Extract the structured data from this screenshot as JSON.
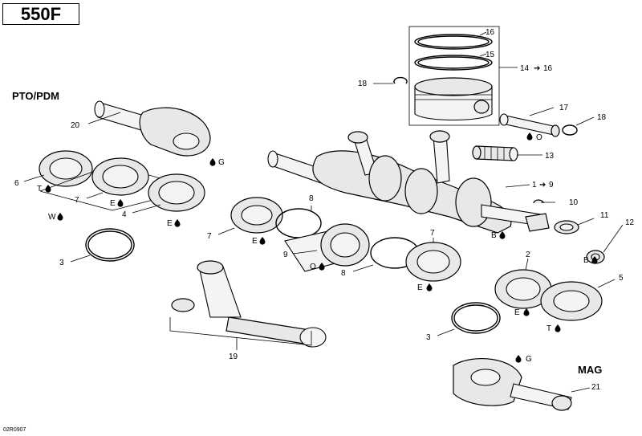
{
  "diagram": {
    "title": "550F",
    "side_labels": {
      "pto": "PTO/PDM",
      "mag": "MAG"
    },
    "drawing_code": "02R0907",
    "callouts": {
      "c1_9": "1",
      "c1_9_to": "9",
      "c2": "2",
      "c3_left": "3",
      "c3_right": "3",
      "c4": "4",
      "c5": "5",
      "c6": "6",
      "c7_a": "7",
      "c7_b": "7",
      "c7_c": "7",
      "c8_a": "8",
      "c8_b": "8",
      "c9": "9",
      "c10": "10",
      "c11": "11",
      "c12": "12",
      "c13": "13",
      "c14_16": "14",
      "c14_16_to": "16",
      "c15": "15",
      "c16": "16",
      "c17": "17",
      "c18_top": "18",
      "c18_right": "18",
      "c19": "19",
      "c20": "20",
      "c21": "21"
    },
    "lube_marks": {
      "g_top": "G",
      "t_left": "T",
      "e_7left": "E",
      "w_left": "W",
      "e_4": "E",
      "e_7mid": "E",
      "o_9": "O",
      "e_7right": "E",
      "o_13": "O",
      "b_center": "B",
      "b_12": "B",
      "e_2": "E",
      "t_5": "T",
      "g_bottom": "G"
    },
    "colors": {
      "line": "#000000",
      "part_fill": "#e8e8e8",
      "background": "#ffffff"
    }
  }
}
